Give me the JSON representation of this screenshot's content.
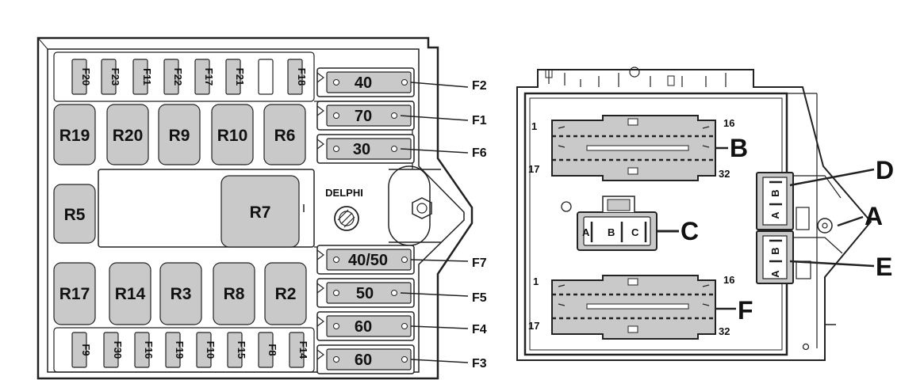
{
  "left_box": {
    "brand": "DELPHI",
    "top_fuses": [
      "F20",
      "F23",
      "F11",
      "F22",
      "F17",
      "F21",
      "F18"
    ],
    "bottom_fuses": [
      "F9",
      "F30",
      "F16",
      "F19",
      "F10",
      "F15",
      "F8",
      "F14"
    ],
    "relays_top": [
      "R19",
      "R20",
      "R9",
      "R10",
      "R6"
    ],
    "relays_mid": [
      "R5",
      "R7"
    ],
    "relays_bottom": [
      "R17",
      "R14",
      "R3",
      "R8",
      "R2"
    ],
    "maxi_fuses": [
      {
        "value": "40",
        "callout": "F2"
      },
      {
        "value": "70",
        "callout": "F1"
      },
      {
        "value": "30",
        "callout": "F6"
      },
      {
        "value": "40/50",
        "callout": "F7"
      },
      {
        "value": "50",
        "callout": "F5"
      },
      {
        "value": "60",
        "callout": "F4"
      },
      {
        "value": "60",
        "callout": "F3"
      }
    ]
  },
  "right_box": {
    "connector_b": {
      "label": "B",
      "pins": [
        "1",
        "16",
        "17",
        "32"
      ]
    },
    "connector_f": {
      "label": "F",
      "pins": [
        "1",
        "16",
        "17",
        "32"
      ]
    },
    "connector_c": {
      "label": "C",
      "pins": [
        "A",
        "B",
        "C"
      ]
    },
    "connector_d": {
      "label": "D",
      "pin": "B"
    },
    "connector_a": {
      "label": "A",
      "pin": "A"
    },
    "connector_e": {
      "label": "E",
      "pins": [
        "B",
        "A"
      ]
    }
  }
}
